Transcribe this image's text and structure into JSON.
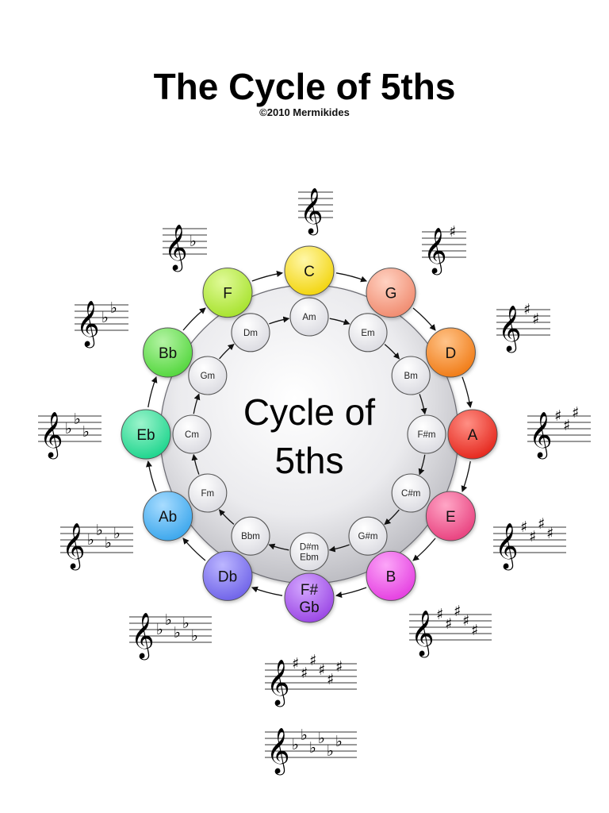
{
  "header": {
    "title": "The Cycle of 5ths",
    "copyright": "©2010 Mermikides"
  },
  "center": {
    "line1": "Cycle of",
    "line2": "5ths"
  },
  "major_keys": [
    {
      "id": "C",
      "lines": [
        "C"
      ],
      "color": "#f2d40c",
      "light": "#fff7a8"
    },
    {
      "id": "G",
      "lines": [
        "G"
      ],
      "color": "#f08a6e",
      "light": "#ffd2c2"
    },
    {
      "id": "D",
      "lines": [
        "D"
      ],
      "color": "#f07a14",
      "light": "#ffc48a"
    },
    {
      "id": "A",
      "lines": [
        "A"
      ],
      "color": "#e4261c",
      "light": "#ff8f84"
    },
    {
      "id": "E",
      "lines": [
        "E"
      ],
      "color": "#e8407e",
      "light": "#ffa6c6"
    },
    {
      "id": "B",
      "lines": [
        "B"
      ],
      "color": "#e43ee0",
      "light": "#fca6f8"
    },
    {
      "id": "F#Gb",
      "lines": [
        "F#",
        "Gb"
      ],
      "color": "#9a46e4",
      "light": "#d4a8ff"
    },
    {
      "id": "Db",
      "lines": [
        "Db"
      ],
      "color": "#6e62e8",
      "light": "#bcb6ff"
    },
    {
      "id": "Ab",
      "lines": [
        "Ab"
      ],
      "color": "#3aa6ec",
      "light": "#a8dcff"
    },
    {
      "id": "Eb",
      "lines": [
        "Eb"
      ],
      "color": "#1cd48c",
      "light": "#9cf4cc"
    },
    {
      "id": "Bb",
      "lines": [
        "Bb"
      ],
      "color": "#52d63c",
      "light": "#b4f4a4"
    },
    {
      "id": "F",
      "lines": [
        "F"
      ],
      "color": "#a6e22c",
      "light": "#e0fa98"
    }
  ],
  "minor_keys": [
    {
      "id": "Am",
      "lines": [
        "Am"
      ]
    },
    {
      "id": "Em",
      "lines": [
        "Em"
      ]
    },
    {
      "id": "Bm",
      "lines": [
        "Bm"
      ]
    },
    {
      "id": "F#m",
      "lines": [
        "F#m"
      ]
    },
    {
      "id": "C#m",
      "lines": [
        "C#m"
      ]
    },
    {
      "id": "G#m",
      "lines": [
        "G#m"
      ]
    },
    {
      "id": "D#mEbm",
      "lines": [
        "D#m",
        "Ebm"
      ]
    },
    {
      "id": "Bbm",
      "lines": [
        "Bbm"
      ]
    },
    {
      "id": "Fm",
      "lines": [
        "Fm"
      ]
    },
    {
      "id": "Cm",
      "lines": [
        "Cm"
      ]
    },
    {
      "id": "Gm",
      "lines": [
        "Gm"
      ]
    },
    {
      "id": "Dm",
      "lines": [
        "Dm"
      ]
    }
  ],
  "key_signatures": [
    {
      "key": "C",
      "accidental": "none",
      "count": 0
    },
    {
      "key": "G",
      "accidental": "sharp",
      "count": 1
    },
    {
      "key": "D",
      "accidental": "sharp",
      "count": 2
    },
    {
      "key": "A",
      "accidental": "sharp",
      "count": 3
    },
    {
      "key": "E",
      "accidental": "sharp",
      "count": 4
    },
    {
      "key": "B",
      "accidental": "sharp",
      "count": 5
    },
    {
      "key": "F#",
      "accidental": "sharp",
      "count": 6
    },
    {
      "key": "Gb",
      "accidental": "flat",
      "count": 6
    },
    {
      "key": "Db",
      "accidental": "flat",
      "count": 5
    },
    {
      "key": "Ab",
      "accidental": "flat",
      "count": 4
    },
    {
      "key": "Eb",
      "accidental": "flat",
      "count": 3
    },
    {
      "key": "Bb",
      "accidental": "flat",
      "count": 2
    },
    {
      "key": "F",
      "accidental": "flat",
      "count": 1
    }
  ],
  "icons": {
    "clef": "treble-clef-icon",
    "sharp": "sharp-icon",
    "flat": "flat-icon",
    "arrow": "arrow-icon"
  }
}
